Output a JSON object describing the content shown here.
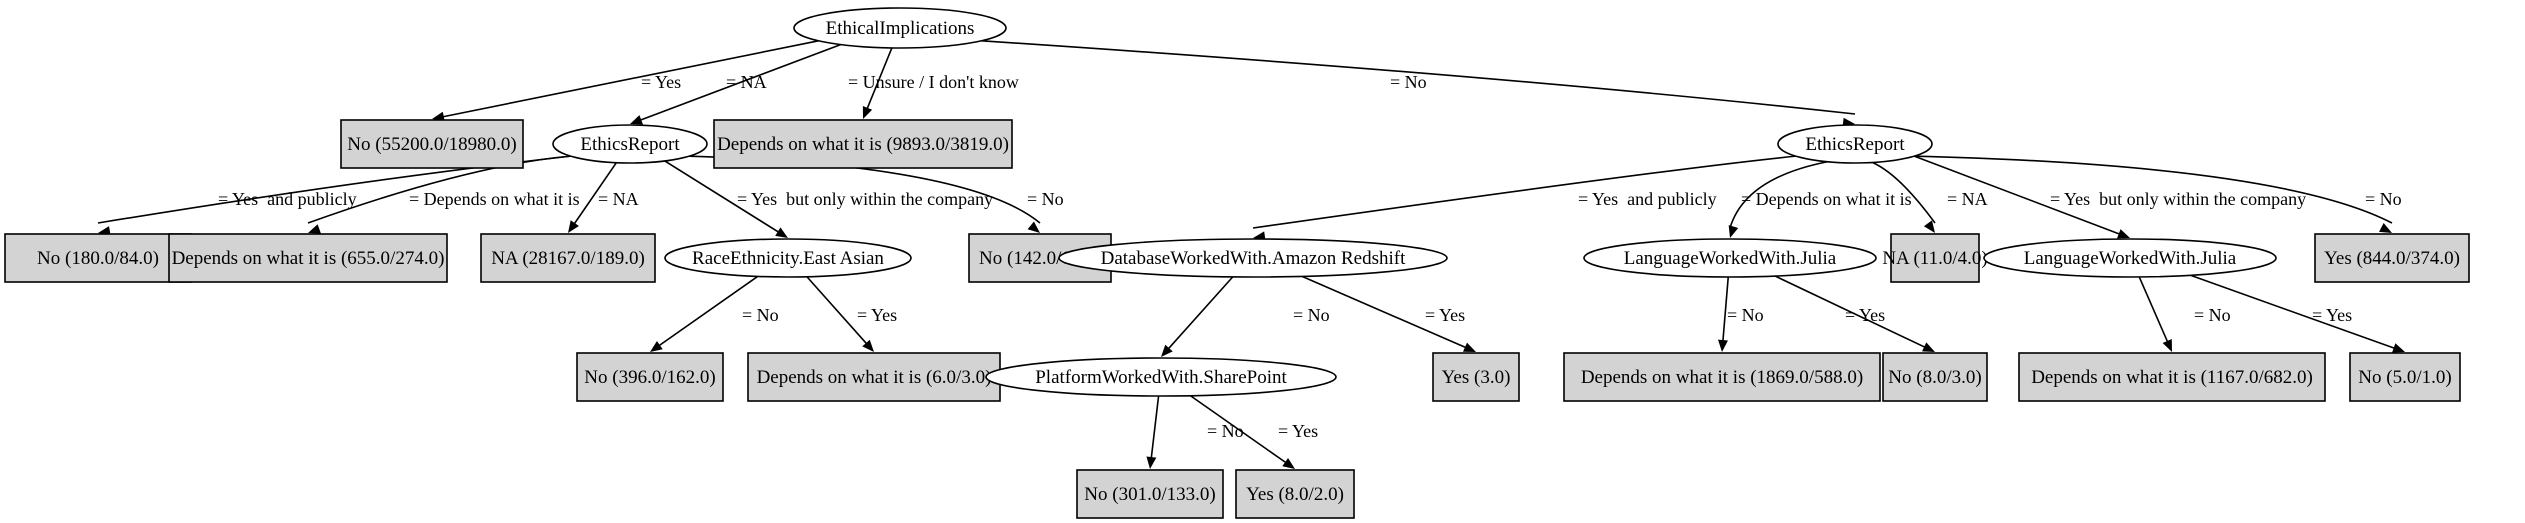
{
  "tree": {
    "nodes": [
      {
        "id": "n0",
        "label": "EthicalImplications",
        "kind": "split"
      },
      {
        "id": "n1",
        "label": "No (55200.0/18980.0)",
        "kind": "leaf"
      },
      {
        "id": "n2",
        "label": "EthicsReport",
        "kind": "split"
      },
      {
        "id": "n3",
        "label": "Depends on what it is (9893.0/3819.0)",
        "kind": "leaf"
      },
      {
        "id": "n4",
        "label": "EthicsReport",
        "kind": "split"
      },
      {
        "id": "n5",
        "label": "No (180.0/84.0)",
        "kind": "leaf"
      },
      {
        "id": "n6",
        "label": "Depends on what it is (655.0/274.0)",
        "kind": "leaf"
      },
      {
        "id": "n7",
        "label": "NA (28167.0/189.0)",
        "kind": "leaf"
      },
      {
        "id": "n8",
        "label": "RaceEthnicity.East Asian",
        "kind": "split"
      },
      {
        "id": "n9",
        "label": "No (142.0/66.0)",
        "kind": "leaf"
      },
      {
        "id": "n10",
        "label": "No (396.0/162.0)",
        "kind": "leaf"
      },
      {
        "id": "n11",
        "label": "Depends on what it is (6.0/3.0)",
        "kind": "leaf"
      },
      {
        "id": "n12",
        "label": "DatabaseWorkedWith.Amazon Redshift",
        "kind": "split"
      },
      {
        "id": "n13",
        "label": "LanguageWorkedWith.Julia",
        "kind": "split"
      },
      {
        "id": "n14",
        "label": "NA (11.0/4.0)",
        "kind": "leaf"
      },
      {
        "id": "n15",
        "label": "LanguageWorkedWith.Julia",
        "kind": "split"
      },
      {
        "id": "n16",
        "label": "Yes (844.0/374.0)",
        "kind": "leaf"
      },
      {
        "id": "n17",
        "label": "PlatformWorkedWith.SharePoint",
        "kind": "split"
      },
      {
        "id": "n18",
        "label": "Yes (3.0)",
        "kind": "leaf"
      },
      {
        "id": "n19",
        "label": "No (301.0/133.0)",
        "kind": "leaf"
      },
      {
        "id": "n20",
        "label": "Yes (8.0/2.0)",
        "kind": "leaf"
      },
      {
        "id": "n21",
        "label": "Depends on what it is (1869.0/588.0)",
        "kind": "leaf"
      },
      {
        "id": "n22",
        "label": "No (8.0/3.0)",
        "kind": "leaf"
      },
      {
        "id": "n23",
        "label": "Depends on what it is (1167.0/682.0)",
        "kind": "leaf"
      },
      {
        "id": "n24",
        "label": "No (5.0/1.0)",
        "kind": "leaf"
      }
    ],
    "edges": [
      {
        "id": "e0",
        "from": "n0",
        "to": "n1",
        "label": "= Yes"
      },
      {
        "id": "e1",
        "from": "n0",
        "to": "n2",
        "label": "= NA"
      },
      {
        "id": "e2",
        "from": "n0",
        "to": "n3",
        "label": "= Unsure / I don't know"
      },
      {
        "id": "e3",
        "from": "n0",
        "to": "n4",
        "label": "= No"
      },
      {
        "id": "e4",
        "from": "n2",
        "to": "n5",
        "label": "= Yes  and publicly"
      },
      {
        "id": "e5",
        "from": "n2",
        "to": "n6",
        "label": "= Depends on what it is"
      },
      {
        "id": "e6",
        "from": "n2",
        "to": "n7",
        "label": "= NA"
      },
      {
        "id": "e7",
        "from": "n2",
        "to": "n8",
        "label": "= Yes  but only within the company"
      },
      {
        "id": "e8",
        "from": "n2",
        "to": "n9",
        "label": "= No"
      },
      {
        "id": "e9",
        "from": "n8",
        "to": "n10",
        "label": "= No"
      },
      {
        "id": "e10",
        "from": "n8",
        "to": "n11",
        "label": "= Yes"
      },
      {
        "id": "e11",
        "from": "n4",
        "to": "n12",
        "label": "= Yes  and publicly"
      },
      {
        "id": "e12",
        "from": "n4",
        "to": "n13",
        "label": "= Depends on what it is"
      },
      {
        "id": "e13",
        "from": "n4",
        "to": "n14",
        "label": "= NA"
      },
      {
        "id": "e14",
        "from": "n4",
        "to": "n15",
        "label": "= Yes  but only within the company"
      },
      {
        "id": "e15",
        "from": "n4",
        "to": "n16",
        "label": "= No"
      },
      {
        "id": "e16",
        "from": "n12",
        "to": "n17",
        "label": "= No"
      },
      {
        "id": "e17",
        "from": "n12",
        "to": "n18",
        "label": "= Yes"
      },
      {
        "id": "e18",
        "from": "n17",
        "to": "n19",
        "label": "= No"
      },
      {
        "id": "e19",
        "from": "n17",
        "to": "n20",
        "label": "= Yes"
      },
      {
        "id": "e20",
        "from": "n13",
        "to": "n21",
        "label": "= No"
      },
      {
        "id": "e21",
        "from": "n13",
        "to": "n22",
        "label": "= Yes"
      },
      {
        "id": "e22",
        "from": "n15",
        "to": "n23",
        "label": "= No"
      },
      {
        "id": "e23",
        "from": "n15",
        "to": "n24",
        "label": "= Yes"
      }
    ]
  },
  "colors": {
    "leaf_fill": "#d3d3d3",
    "split_fill": "#ffffff",
    "stroke": "#000000"
  }
}
